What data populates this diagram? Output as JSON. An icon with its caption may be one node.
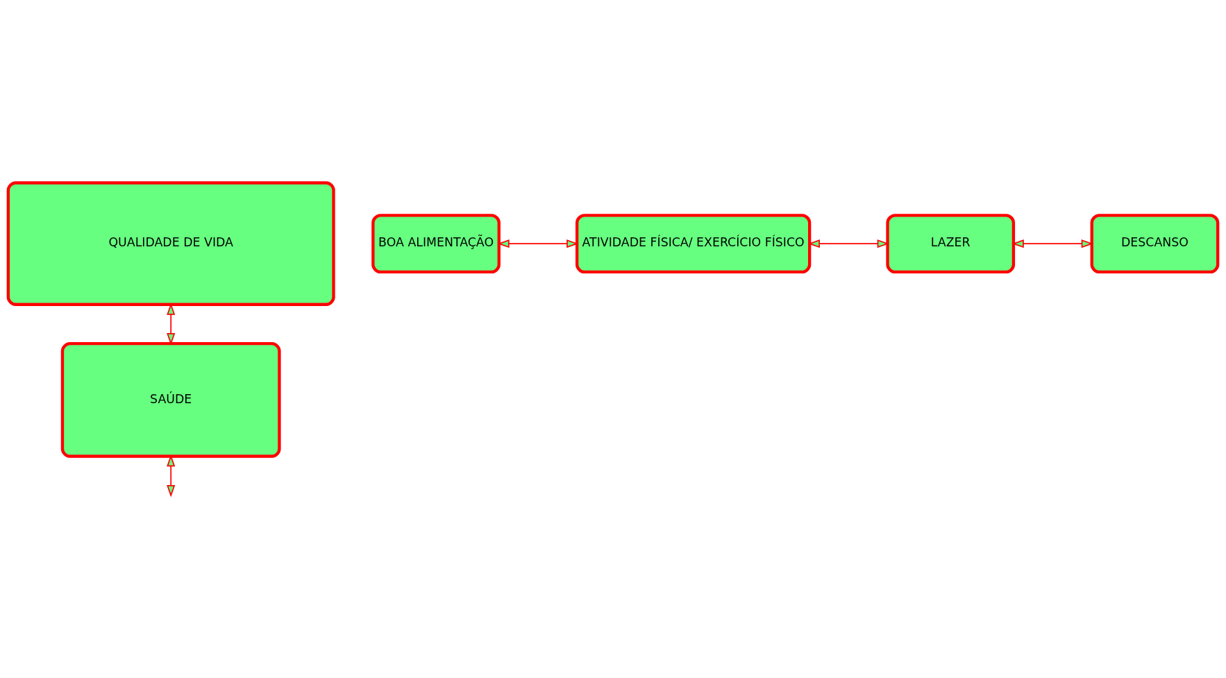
{
  "diagram": {
    "nodes": [
      {
        "text": [
          "QUALIDADE DE VIDA"
        ]
      },
      {
        "text": [
          "SAÚDE"
        ]
      },
      {
        "text": [
          "BOA ALIMENTAÇÃO"
        ]
      },
      {
        "text": [
          "ATIVIDADE FÍSICA/ EXERCÍCIO FÍSICO"
        ]
      },
      {
        "text": [
          "LAZER"
        ]
      },
      {
        "text": [
          "DESCANSO"
        ]
      }
    ],
    "edges": [
      {
        "from": 0,
        "to": 1,
        "arrow": "both"
      },
      {
        "from": 1,
        "to": null,
        "arrow": "both"
      },
      {
        "from": 2,
        "to": 3,
        "arrow": "both"
      },
      {
        "from": 3,
        "to": 4,
        "arrow": "both"
      },
      {
        "from": 4,
        "to": 5,
        "arrow": "both"
      }
    ]
  }
}
